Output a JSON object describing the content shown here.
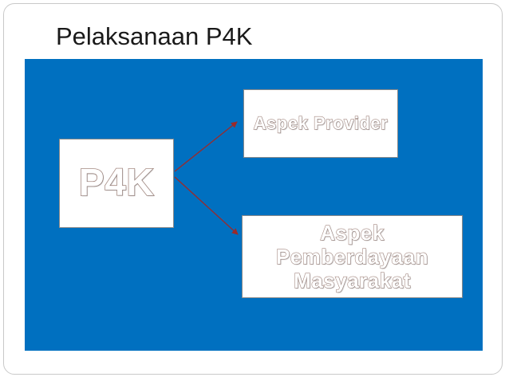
{
  "slide": {
    "title": "Pelaksanaan P4K"
  },
  "diagram": {
    "source_node": "P4K",
    "target_nodes": [
      {
        "label": "Aspek Provider"
      },
      {
        "label": "Aspek Pemberdayaan Masyarakat"
      }
    ]
  },
  "colors": {
    "panel_background": "#0070c0",
    "box_background": "#ffffff",
    "arrow": "#9b2a2a",
    "text_outline": "#a58a82",
    "title_text": "#1a1a1a"
  }
}
